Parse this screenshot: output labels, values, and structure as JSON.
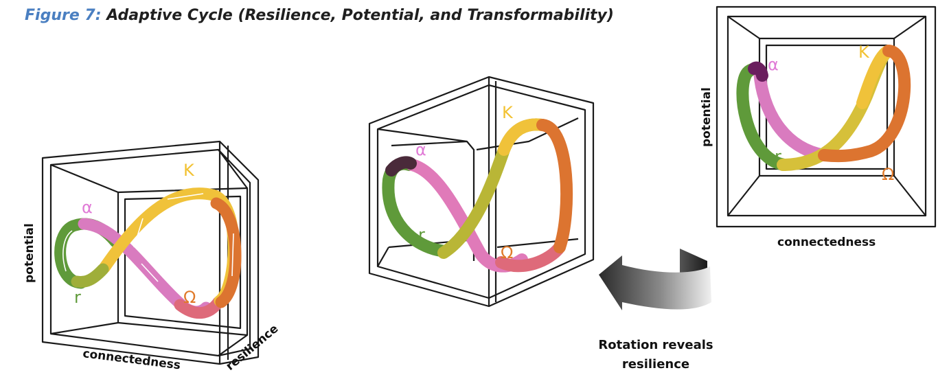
{
  "title": {
    "figure_label": "Figure 7:",
    "text": "Adaptive Cycle (Resilience, Potential, and Transformability)"
  },
  "phases": {
    "alpha": "α",
    "k": "K",
    "r": "r",
    "omega": "Ω"
  },
  "axes": {
    "potential": "potential",
    "connectedness": "connectedness",
    "resilience": "resilience"
  },
  "rotation_note": {
    "line1": "Rotation reveals",
    "line2": "resilience"
  },
  "colors": {
    "title_figure": "#4a7fc1",
    "alpha": "#e07ad6",
    "k": "#f2c233",
    "r": "#5f9a3a",
    "omega": "#e07a2a",
    "green_band": "#5f9a3a",
    "pink_band": "#d97bbf",
    "yellow_band": "#f0c23a",
    "orange_band": "#dc7430",
    "red_band": "#de6a7a"
  }
}
